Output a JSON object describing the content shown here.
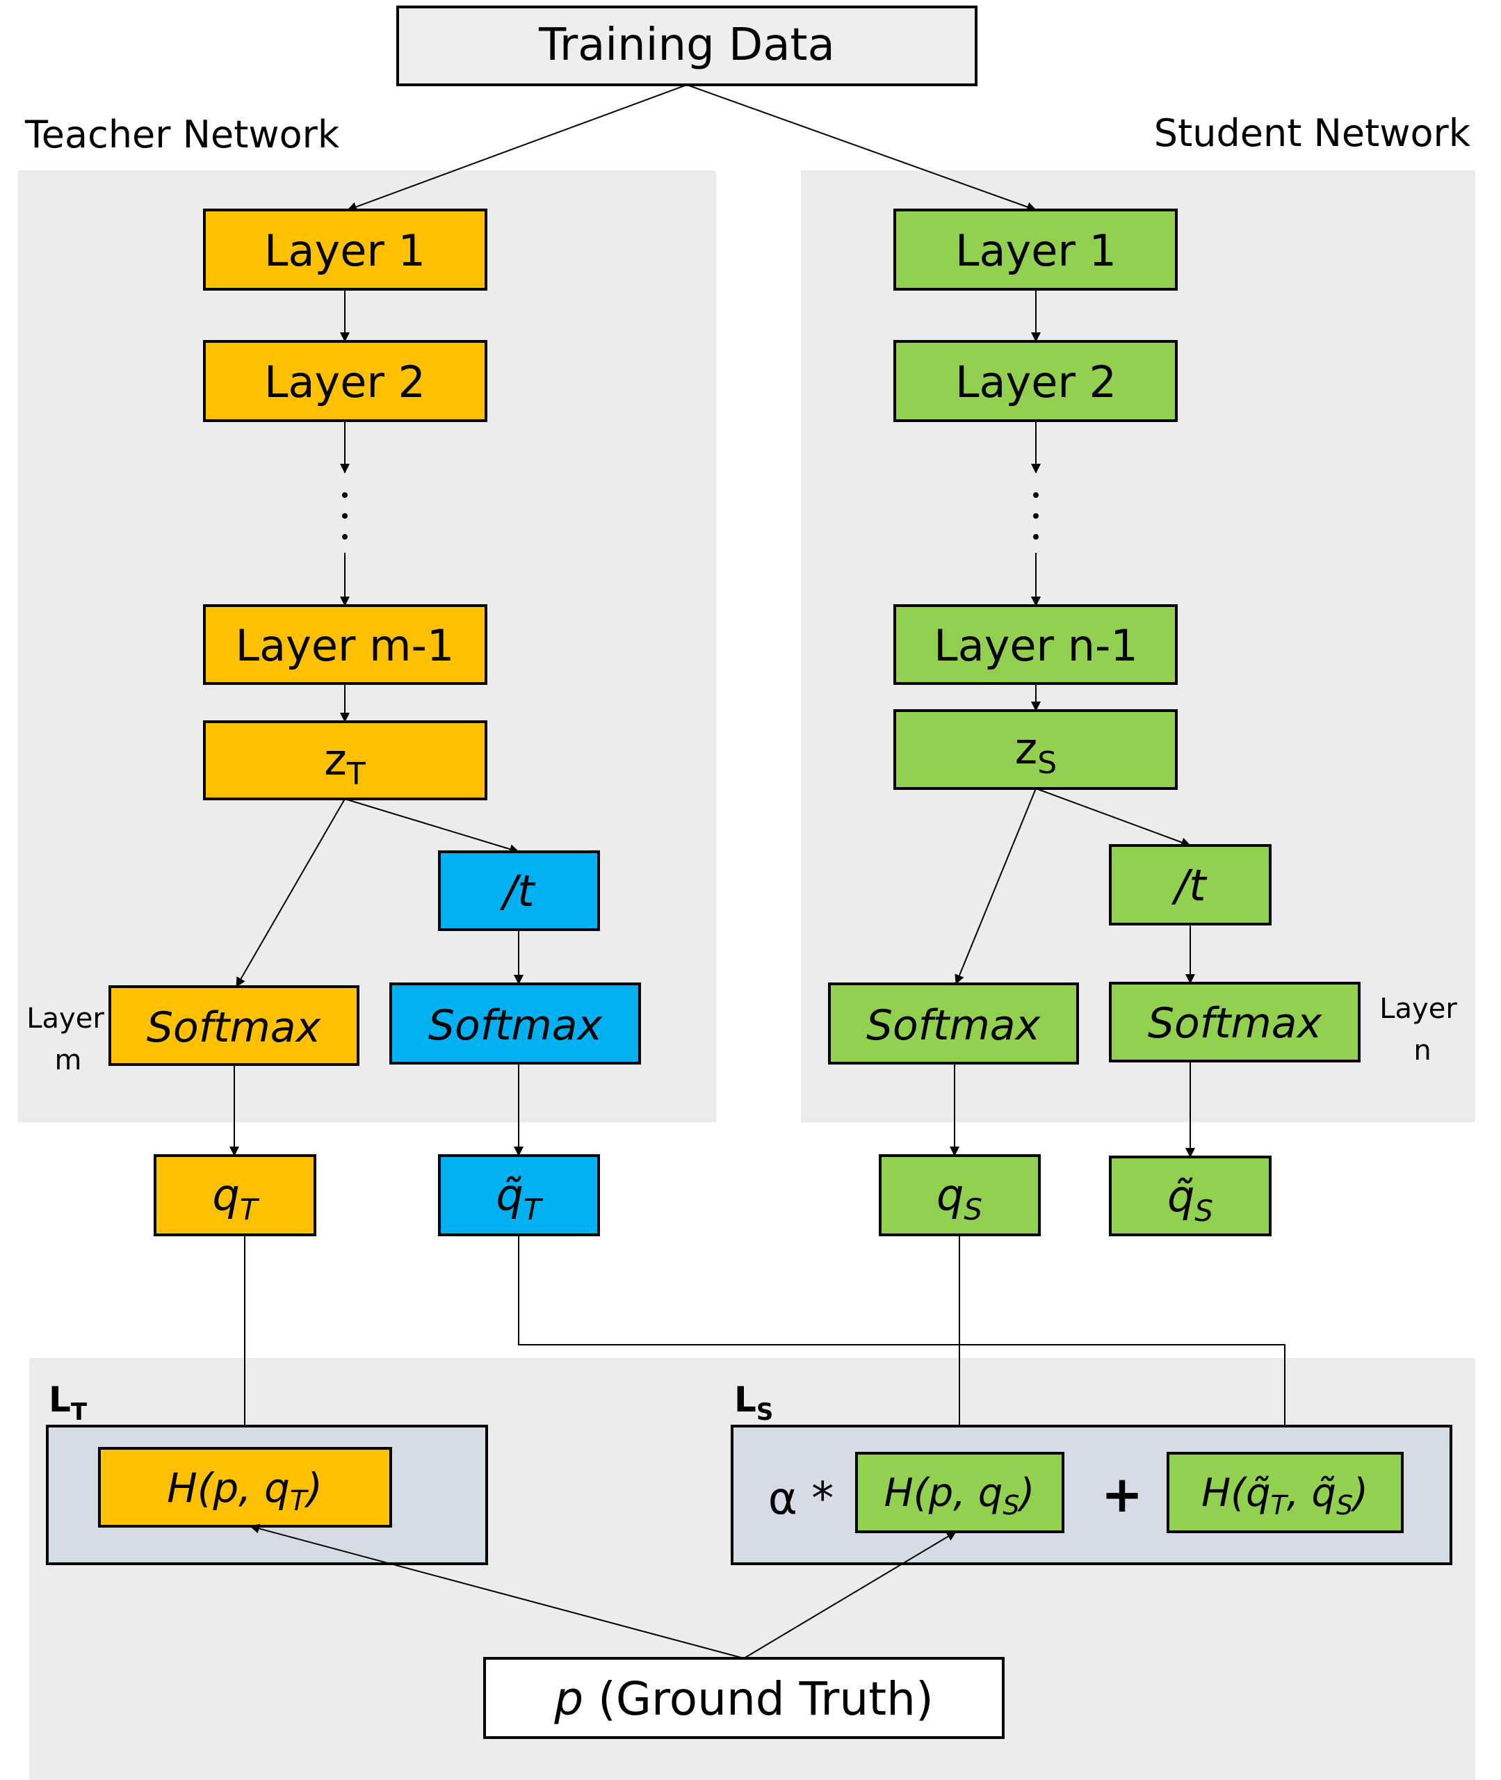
{
  "colors": {
    "teacher": "#ffc000",
    "student": "#92d050",
    "soft": "#00b0f0",
    "neutral": "#eeeeee",
    "loss_box": "#d6dce5",
    "panel": "#ececec"
  },
  "training_data": "Training Data",
  "teacher": {
    "title": "Teacher Network",
    "layer1": "Layer 1",
    "layer2": "Layer 2",
    "dots": "⋮",
    "layer_last": "Layer m-1",
    "logits": "z",
    "logits_sub": "T",
    "temp": "/t",
    "softmax": "Softmax",
    "softmax_t": "Softmax",
    "side_label_1": "Layer",
    "side_label_2": "m",
    "q": "q",
    "q_sub": "T",
    "q_soft": "q̃",
    "q_soft_sub": "T"
  },
  "student": {
    "title": "Student Network",
    "layer1": "Layer 1",
    "layer2": "Layer 2",
    "dots": "⋮",
    "layer_last": "Layer n-1",
    "logits": "z",
    "logits_sub": "S",
    "temp": "/t",
    "softmax": "Softmax",
    "softmax_t": "Softmax",
    "side_label_1": "Layer",
    "side_label_2": "n",
    "q": "q",
    "q_sub": "S",
    "q_soft": "q̃",
    "q_soft_sub": "S"
  },
  "loss": {
    "teacher_label": "L",
    "teacher_label_sub": "T",
    "student_label": "L",
    "student_label_sub": "S",
    "teacher_term": "H(p, q",
    "teacher_term_sub": "T",
    "teacher_term_close": ")",
    "alpha": "α *",
    "student_hard_term": "H(p, q",
    "student_hard_sub": "S",
    "student_hard_close": ")",
    "plus": "+",
    "student_soft_a": "H(q̃",
    "student_soft_a_sub": "T",
    "student_soft_b": ", q̃",
    "student_soft_b_sub": "S",
    "student_soft_close": ")"
  },
  "ground_truth_var": "p",
  "ground_truth_label": " (Ground Truth)"
}
